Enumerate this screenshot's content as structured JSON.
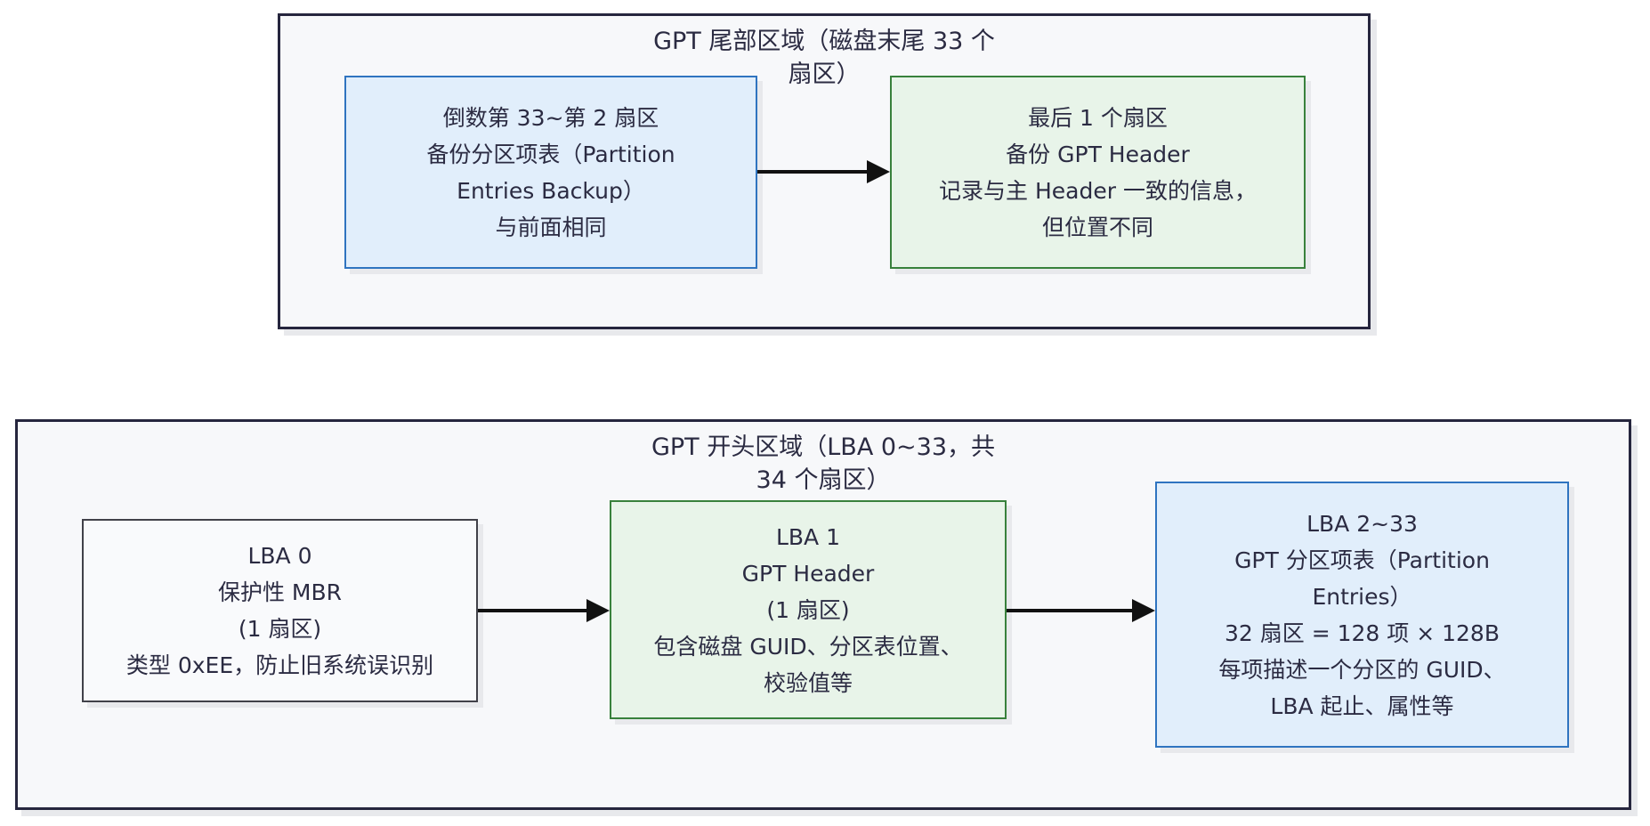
{
  "colors": {
    "page_bg": "#ffffff",
    "container_bg": "#f7f8fa",
    "container_border": "#26263e",
    "text": "#2b2b42",
    "blue_fill": "#e1eefb",
    "blue_border": "#2f74c0",
    "green_fill": "#e8f4e9",
    "green_border": "#38813c",
    "white_fill": "#f9fafc",
    "white_border": "#414149",
    "arrow": "#111111",
    "shadow": "#e8e9ec"
  },
  "tail_region": {
    "title_lines": [
      "GPT 尾部区域（磁盘末尾 33 个",
      "扇区）"
    ],
    "backup_entries_node": {
      "lines": [
        "倒数第 33~第 2 扇区",
        "备份分区项表（Partition",
        "Entries Backup）",
        "与前面相同"
      ]
    },
    "backup_header_node": {
      "lines": [
        "最后 1 个扇区",
        "备份 GPT Header",
        "记录与主 Header 一致的信息，",
        "但位置不同"
      ]
    }
  },
  "head_region": {
    "title_lines": [
      "GPT 开头区域（LBA 0~33，共",
      "34 个扇区）"
    ],
    "mbr_node": {
      "lines": [
        "LBA 0",
        "保护性 MBR",
        "(1 扇区)",
        "类型 0xEE，防止旧系统误识别"
      ]
    },
    "header_node": {
      "lines": [
        "LBA 1",
        "GPT Header",
        "(1 扇区)",
        "包含磁盘 GUID、分区表位置、",
        "校验值等"
      ]
    },
    "entries_node": {
      "lines": [
        "LBA 2~33",
        "GPT 分区项表（Partition",
        "Entries）",
        "32 扇区 = 128 项 × 128B",
        "每项描述一个分区的 GUID、",
        "LBA 起止、属性等"
      ]
    }
  }
}
